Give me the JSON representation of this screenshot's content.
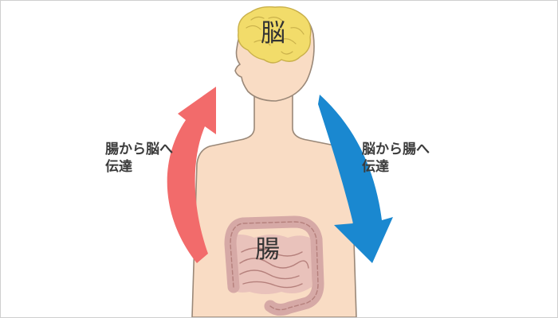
{
  "labels": {
    "brain": "脳",
    "gut": "腸",
    "left_arrow": {
      "line1": "腸から脳へ",
      "line2": "伝達"
    },
    "right_arrow": {
      "line1": "脳から腸へ",
      "line2": "伝達"
    }
  },
  "colors": {
    "arrow_left": "#f26b6b",
    "arrow_right": "#1a88d0",
    "skin": "#f9dcc4",
    "outline": "#9a8878",
    "brain": "#f2dc6a",
    "intestine": "#d6a9a6",
    "background": "#ffffff"
  }
}
